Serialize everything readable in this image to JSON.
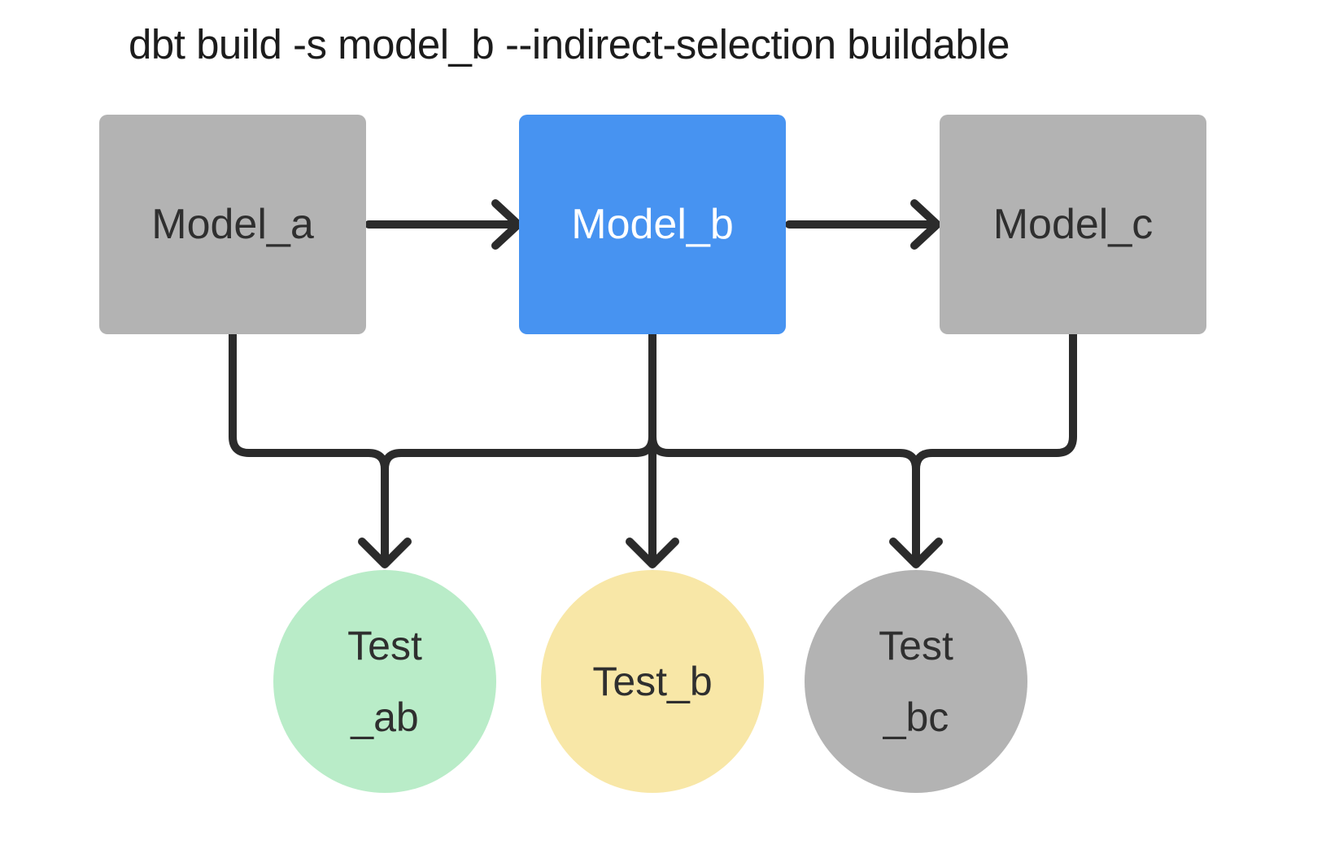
{
  "title": "dbt build -s model_b --indirect-selection buildable",
  "colors": {
    "selected_blue": "#4793f1",
    "node_gray": "#b3b3b3",
    "test_green": "#b9ecc8",
    "test_yellow": "#f8e7a7",
    "line_dark": "#2b2b2b",
    "label_dark": "#2f2f2f",
    "label_light": "#ffffff",
    "title_dark": "#1c1c1c",
    "background": "#ffffff"
  },
  "nodes": {
    "model_a": {
      "label": "Model_a"
    },
    "model_b": {
      "label": "Model_b"
    },
    "model_c": {
      "label": "Model_c"
    },
    "test_ab": {
      "label_line1": "Test",
      "label_line2": "_ab"
    },
    "test_b": {
      "label": "Test_b"
    },
    "test_bc": {
      "label_line1": "Test",
      "label_line2": "_bc"
    }
  }
}
